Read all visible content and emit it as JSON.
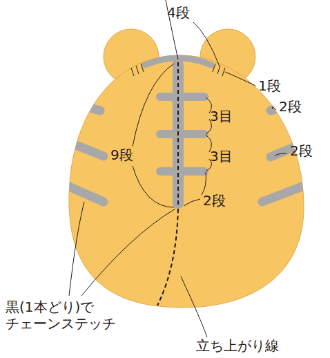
{
  "diagram": {
    "labels": [
      "4段",
      "1段",
      "3目",
      "2段",
      "3目",
      "2段",
      "9段",
      "2段",
      "黒(1本どり)で チェーンステッチ",
      "立ち上がり線"
    ]
  }
}
